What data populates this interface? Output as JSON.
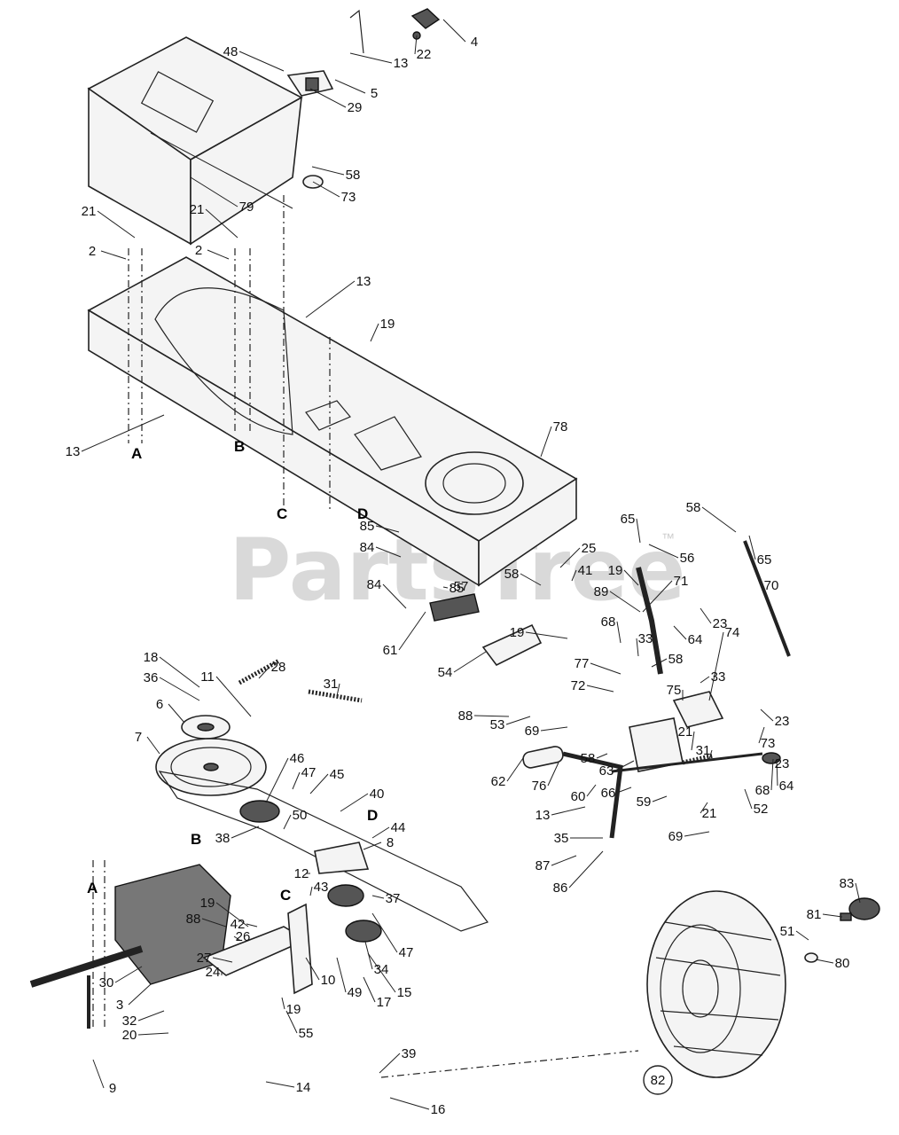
{
  "watermark": "PartsTree",
  "watermark_tm": "™",
  "reference_letters": [
    "A",
    "B",
    "C",
    "D"
  ],
  "callout_label": "82",
  "parts": [
    {
      "label": "4"
    },
    {
      "label": "22"
    },
    {
      "label": "13"
    },
    {
      "label": "48"
    },
    {
      "label": "5"
    },
    {
      "label": "29"
    },
    {
      "label": "58"
    },
    {
      "label": "73"
    },
    {
      "label": "79"
    },
    {
      "label": "21"
    },
    {
      "label": "21"
    },
    {
      "label": "2"
    },
    {
      "label": "2"
    },
    {
      "label": "13"
    },
    {
      "label": "19"
    },
    {
      "label": "13"
    },
    {
      "label": "78"
    },
    {
      "label": "85"
    },
    {
      "label": "84"
    },
    {
      "label": "85"
    },
    {
      "label": "84"
    },
    {
      "label": "57"
    },
    {
      "label": "61"
    },
    {
      "label": "65"
    },
    {
      "label": "58"
    },
    {
      "label": "56"
    },
    {
      "label": "65"
    },
    {
      "label": "25"
    },
    {
      "label": "58"
    },
    {
      "label": "41"
    },
    {
      "label": "89"
    },
    {
      "label": "19"
    },
    {
      "label": "71"
    },
    {
      "label": "70"
    },
    {
      "label": "23"
    },
    {
      "label": "64"
    },
    {
      "label": "19"
    },
    {
      "label": "68"
    },
    {
      "label": "58"
    },
    {
      "label": "74"
    },
    {
      "label": "33"
    },
    {
      "label": "77"
    },
    {
      "label": "33"
    },
    {
      "label": "75"
    },
    {
      "label": "23"
    },
    {
      "label": "73"
    },
    {
      "label": "54"
    },
    {
      "label": "88"
    },
    {
      "label": "53"
    },
    {
      "label": "72"
    },
    {
      "label": "69"
    },
    {
      "label": "21"
    },
    {
      "label": "31"
    },
    {
      "label": "23"
    },
    {
      "label": "58"
    },
    {
      "label": "63"
    },
    {
      "label": "68"
    },
    {
      "label": "64"
    },
    {
      "label": "62"
    },
    {
      "label": "76"
    },
    {
      "label": "60"
    },
    {
      "label": "66"
    },
    {
      "label": "59"
    },
    {
      "label": "21"
    },
    {
      "label": "52"
    },
    {
      "label": "13"
    },
    {
      "label": "69"
    },
    {
      "label": "35"
    },
    {
      "label": "87"
    },
    {
      "label": "86"
    },
    {
      "label": "18"
    },
    {
      "label": "11"
    },
    {
      "label": "28"
    },
    {
      "label": "36"
    },
    {
      "label": "31"
    },
    {
      "label": "6"
    },
    {
      "label": "7"
    },
    {
      "label": "46"
    },
    {
      "label": "47"
    },
    {
      "label": "45"
    },
    {
      "label": "40"
    },
    {
      "label": "8"
    },
    {
      "label": "44"
    },
    {
      "label": "50"
    },
    {
      "label": "38"
    },
    {
      "label": "12"
    },
    {
      "label": "43"
    },
    {
      "label": "37"
    },
    {
      "label": "19"
    },
    {
      "label": "88"
    },
    {
      "label": "42"
    },
    {
      "label": "26"
    },
    {
      "label": "27"
    },
    {
      "label": "24"
    },
    {
      "label": "30"
    },
    {
      "label": "3"
    },
    {
      "label": "47"
    },
    {
      "label": "34"
    },
    {
      "label": "10"
    },
    {
      "label": "49"
    },
    {
      "label": "17"
    },
    {
      "label": "15"
    },
    {
      "label": "19"
    },
    {
      "label": "55"
    },
    {
      "label": "32"
    },
    {
      "label": "20"
    },
    {
      "label": "9"
    },
    {
      "label": "39"
    },
    {
      "label": "14"
    },
    {
      "label": "16"
    },
    {
      "label": "83"
    },
    {
      "label": "81"
    },
    {
      "label": "51"
    },
    {
      "label": "80"
    }
  ]
}
